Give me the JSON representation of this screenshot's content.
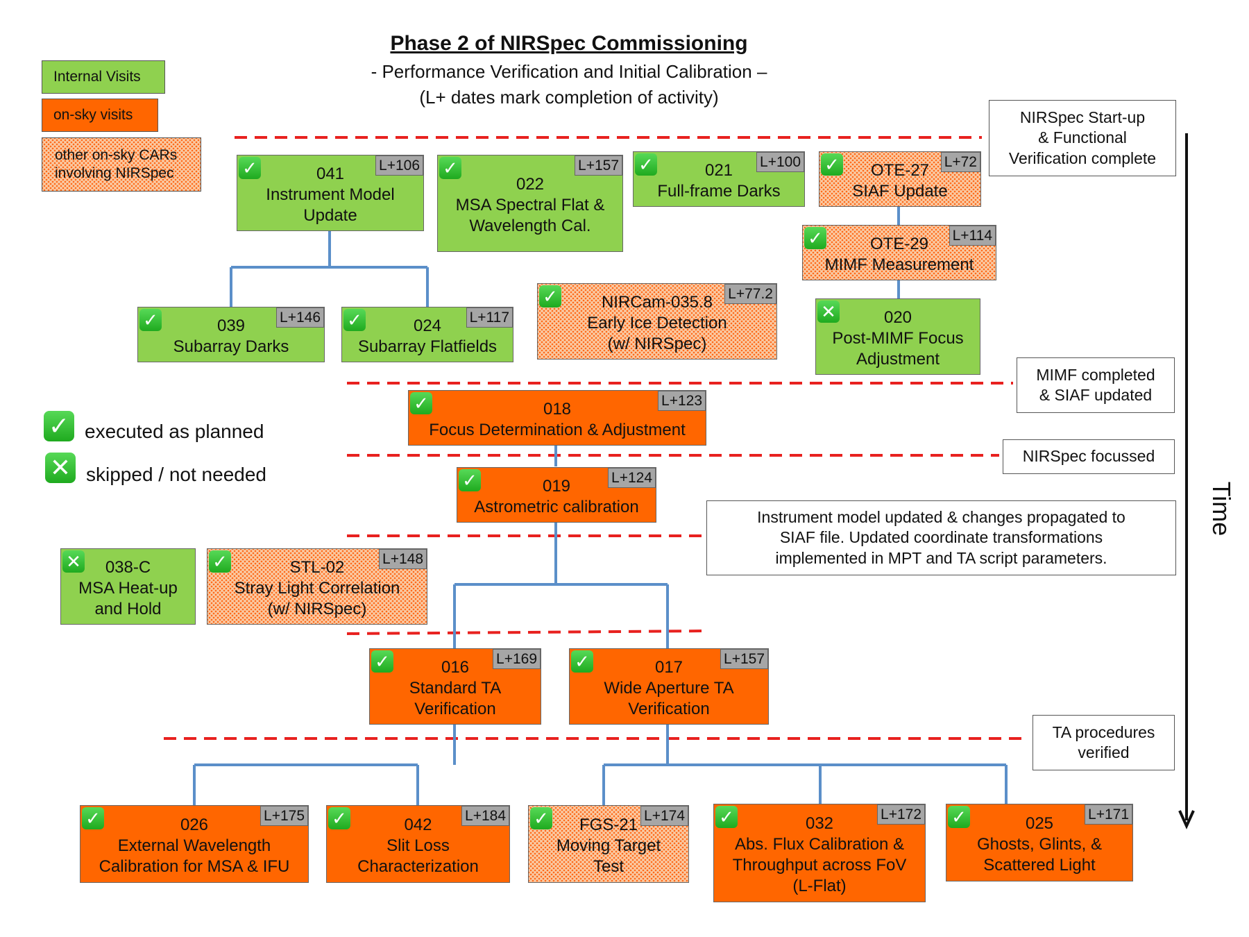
{
  "title": {
    "main": "Phase 2 of NIRSpec Commissioning",
    "sub": "- Performance Verification and Initial Calibration –",
    "sub2": "(L+ dates mark completion of activity)"
  },
  "legend": {
    "internal": "Internal Visits",
    "onsky": "on-sky visits",
    "car_line1": "other on-sky CARs",
    "car_line2": "involving NIRSpec",
    "executed": "executed as planned",
    "skipped": "skipped / not needed"
  },
  "colors": {
    "internal": "#8fd14f",
    "onsky": "#ff6600",
    "connector": "#5b8fc9",
    "phase_line": "#e8211f"
  },
  "icons": {
    "executed": "green-check-icon",
    "skipped": "green-cross-icon",
    "time": "down-arrow-icon"
  },
  "milestones": {
    "startup_l1": "NIRSpec Start-up",
    "startup_l2": "& Functional",
    "startup_l3": "Verification complete",
    "mimf_l1": "MIMF completed",
    "mimf_l2": "& SIAF updated",
    "focussed": "NIRSpec focussed",
    "model_l1": "Instrument model updated & changes propagated to",
    "model_l2": "SIAF file. Updated coordinate transformations",
    "model_l3": "implemented in MPT and TA script parameters.",
    "ta_l1": "TA procedures",
    "ta_l2": "verified"
  },
  "time_label": "Time",
  "nodes": {
    "n041": {
      "num": "041",
      "l1": "Instrument Model",
      "l2": "Update",
      "date": "L+106",
      "status": "✓"
    },
    "n022": {
      "num": "022",
      "l1": "MSA Spectral Flat &",
      "l2": "Wavelength Cal.",
      "date": "L+157",
      "status": "✓"
    },
    "n021": {
      "num": "021",
      "l1": "Full-frame Darks",
      "date": "L+100",
      "status": "✓"
    },
    "ote27": {
      "num": "OTE-27",
      "l1": "SIAF Update",
      "date": "L+72",
      "status": "✓"
    },
    "ote29": {
      "num": "OTE-29",
      "l1": "MIMF Measurement",
      "date": "L+114",
      "status": "✓"
    },
    "n039": {
      "num": "039",
      "l1": "Subarray Darks",
      "date": "L+146",
      "status": "✓"
    },
    "n024": {
      "num": "024",
      "l1": "Subarray Flatfields",
      "date": "L+117",
      "status": "✓"
    },
    "nircam": {
      "num": "NIRCam-035.8",
      "l1": "Early Ice Detection",
      "l2": "(w/ NIRSpec)",
      "date": "L+77.2",
      "status": "✓"
    },
    "n020": {
      "num": "020",
      "l1": "Post-MIMF Focus",
      "l2": "Adjustment",
      "status": "✕"
    },
    "n018": {
      "num": "018",
      "l1": "Focus Determination & Adjustment",
      "date": "L+123",
      "status": "✓"
    },
    "n019": {
      "num": "019",
      "l1": "Astrometric calibration",
      "date": "L+124",
      "status": "✓"
    },
    "n038c": {
      "num": "038-C",
      "l1": "MSA Heat-up",
      "l2": "and Hold",
      "status": "✕"
    },
    "stl02": {
      "num": "STL-02",
      "l1": "Stray Light Correlation",
      "l2": "(w/ NIRSpec)",
      "date": "L+148",
      "status": "✓"
    },
    "n016": {
      "num": "016",
      "l1": "Standard TA",
      "l2": "Verification",
      "date": "L+169",
      "status": "✓"
    },
    "n017": {
      "num": "017",
      "l1": "Wide Aperture TA",
      "l2": "Verification",
      "date": "L+157",
      "status": "✓"
    },
    "n026": {
      "num": "026",
      "l1": "External Wavelength",
      "l2": "Calibration for MSA & IFU",
      "date": "L+175",
      "status": "✓"
    },
    "n042": {
      "num": "042",
      "l1": "Slit Loss",
      "l2": "Characterization",
      "date": "L+184",
      "status": "✓"
    },
    "fgs21": {
      "num": "FGS-21",
      "l1": "Moving Target",
      "l2": "Test",
      "date": "L+174",
      "status": "✓"
    },
    "n032": {
      "num": "032",
      "l1": "Abs. Flux Calibration &",
      "l2": "Throughput across FoV",
      "l3": "(L-Flat)",
      "date": "L+172",
      "status": "✓"
    },
    "n025": {
      "num": "025",
      "l1": "Ghosts, Glints, &",
      "l2": "Scattered Light",
      "date": "L+171",
      "status": "✓"
    }
  }
}
